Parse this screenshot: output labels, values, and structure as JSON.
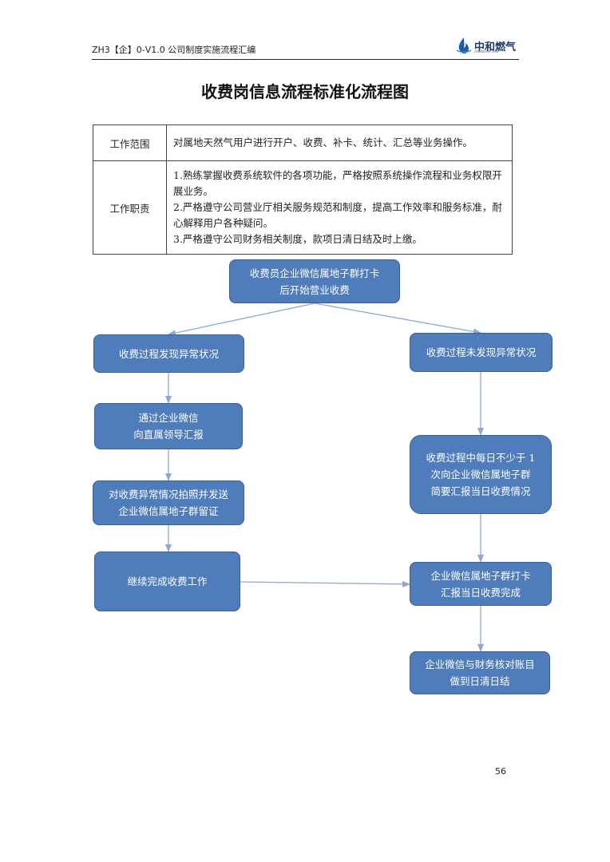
{
  "header": {
    "doc_code": "ZH3【企】0-V1.0 公司制度实施流程汇编",
    "logo_text": "中和燃气",
    "logo_sub": "ZHONGHE GAS"
  },
  "title": "收费岗信息流程标准化流程图",
  "info_table": {
    "scope_label": "工作范围",
    "scope_value": "对属地天然气用户进行开户、收费、补卡、统计、汇总等业务操作。",
    "duty_label": "工作职责",
    "duties": [
      "1.熟练掌握收费系统软件的各项功能，严格按照系统操作流程和业务权限开展业务。",
      "2.严格遵守公司营业厅相关服务规范和制度，提高工作效率和服务标准，耐心解释用户各种疑问。",
      "3.严格遵守公司财务相关制度，款项日清日结及时上缴。"
    ]
  },
  "flow": {
    "start": [
      "收费员企业微信属地子群打卡",
      "后开始营业收费"
    ],
    "left_1": [
      "收费过程发现异常状况"
    ],
    "left_2": [
      "通过企业微信",
      "向直属领导汇报"
    ],
    "left_3": [
      "对收费异常情况拍照并发送",
      "企业微信属地子群留证"
    ],
    "left_4": [
      "继续完成收费工作"
    ],
    "right_1": [
      "收费过程未发现异常状况"
    ],
    "right_2": [
      "收费过程中每日不少于 1",
      "次向企业微信属地子群",
      "简要汇报当日收费情况"
    ],
    "right_3": [
      "企业微信属地子群打卡",
      "汇报当日收费完成"
    ],
    "right_4": [
      "企业微信与财务核对账目",
      "做到日清日结"
    ]
  },
  "colors": {
    "box_fill": "#4f7cba",
    "box_border": "#3b5f92",
    "arrow": "#8ea8cf"
  },
  "page_number": "56"
}
